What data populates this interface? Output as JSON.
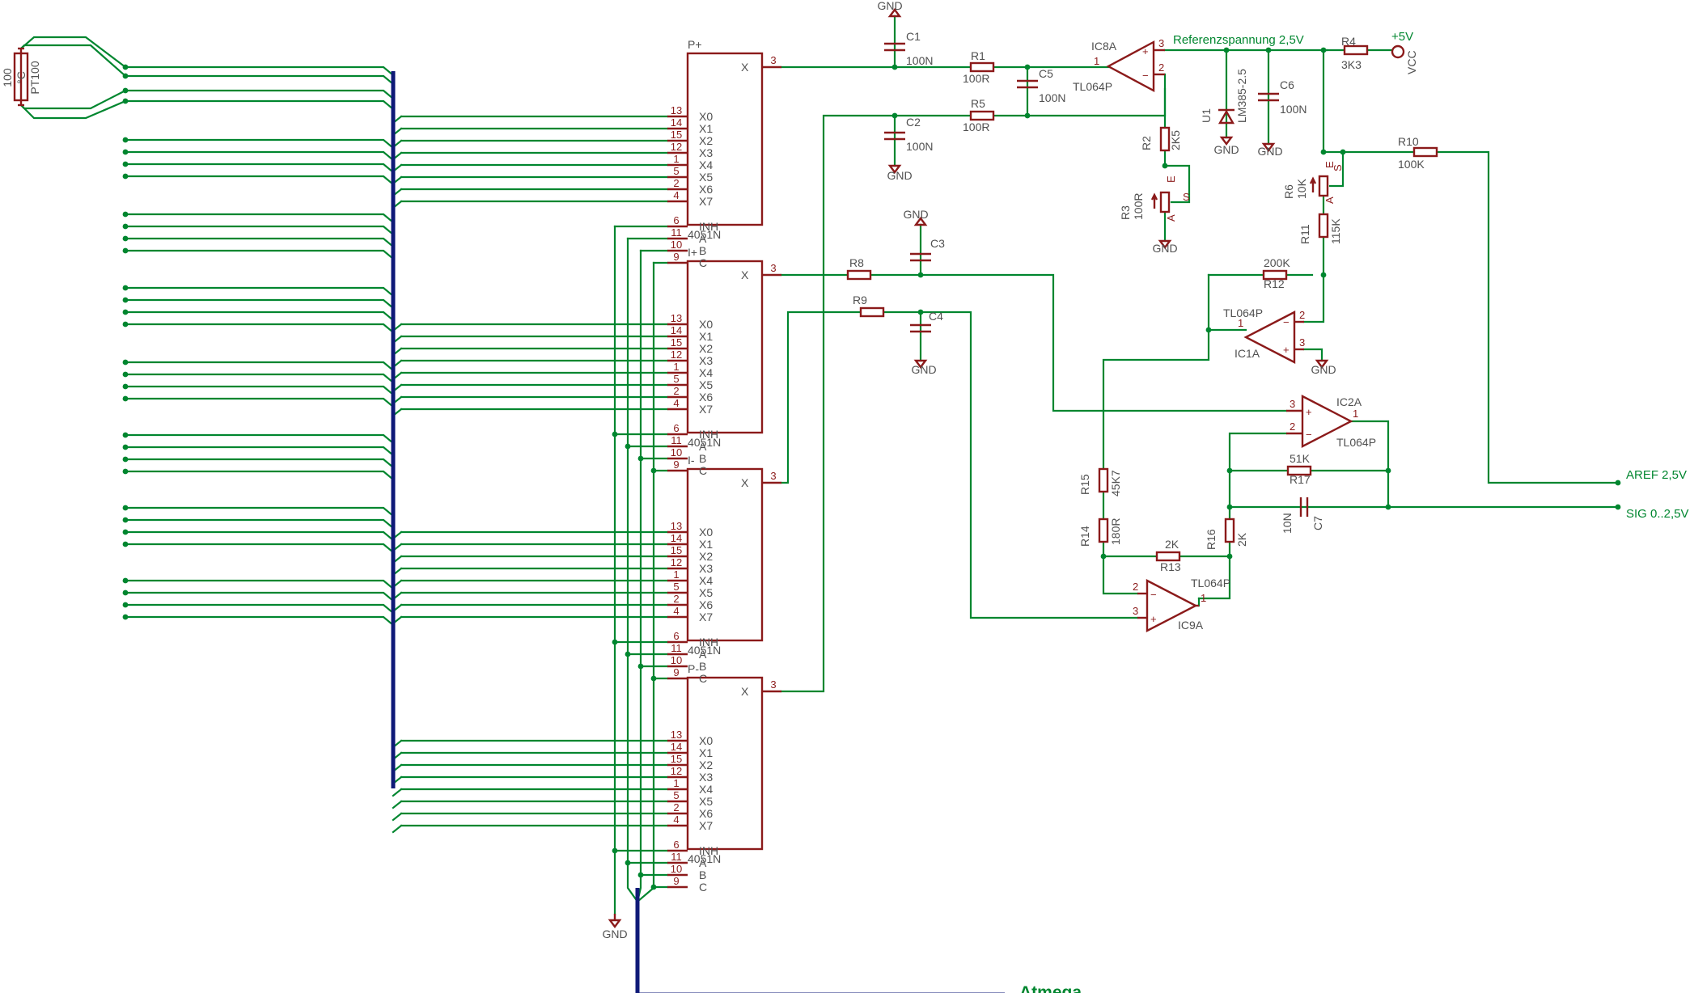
{
  "sensor": {
    "name": "PT100",
    "value": "100",
    "unit": "°C"
  },
  "muxes": [
    {
      "label": "P+",
      "part": "4051N"
    },
    {
      "label": "I+",
      "part": "4051N"
    },
    {
      "label": "I-",
      "part": "4051N"
    },
    {
      "label": "P-",
      "part": "4051N"
    }
  ],
  "mux_inputs": [
    {
      "pin": "13",
      "name": "X0"
    },
    {
      "pin": "14",
      "name": "X1"
    },
    {
      "pin": "15",
      "name": "X2"
    },
    {
      "pin": "12",
      "name": "X3"
    },
    {
      "pin": "1",
      "name": "X4"
    },
    {
      "pin": "5",
      "name": "X5"
    },
    {
      "pin": "2",
      "name": "X6"
    },
    {
      "pin": "4",
      "name": "X7"
    }
  ],
  "mux_controls": [
    {
      "pin": "6",
      "name": "INH"
    },
    {
      "pin": "11",
      "name": "A"
    },
    {
      "pin": "10",
      "name": "B"
    },
    {
      "pin": "9",
      "name": "C"
    }
  ],
  "mux_out": {
    "pin": "3",
    "name": "X"
  },
  "resistors": [
    {
      "ref": "R1",
      "value": "100R"
    },
    {
      "ref": "R5",
      "value": "100R"
    },
    {
      "ref": "R8",
      "value": ""
    },
    {
      "ref": "R9",
      "value": ""
    },
    {
      "ref": "R4",
      "value": "3K3"
    },
    {
      "ref": "R10",
      "value": "100K"
    },
    {
      "ref": "R12",
      "value": "200K"
    },
    {
      "ref": "R17",
      "value": "51K"
    },
    {
      "ref": "R13",
      "value": "2K"
    },
    {
      "ref": "R2",
      "value": "2K5"
    },
    {
      "ref": "R11",
      "value": "115K"
    },
    {
      "ref": "R15",
      "value": "45K7"
    },
    {
      "ref": "R14",
      "value": "180R"
    },
    {
      "ref": "R16",
      "value": "2K"
    }
  ],
  "trimmers": [
    {
      "ref": "R3",
      "value": "100R",
      "pin_a": "A",
      "pin_e": "E",
      "pin_s": "S"
    },
    {
      "ref": "R6",
      "value": "10K",
      "pin_a": "A",
      "pin_e": "E",
      "pin_s": "S"
    }
  ],
  "capacitors": [
    {
      "ref": "C1",
      "value": "100N"
    },
    {
      "ref": "C2",
      "value": "100N"
    },
    {
      "ref": "C3",
      "value": ""
    },
    {
      "ref": "C4",
      "value": ""
    },
    {
      "ref": "C5",
      "value": "100N"
    },
    {
      "ref": "C6",
      "value": "100N"
    },
    {
      "ref": "C7",
      "value": "10N"
    }
  ],
  "opamps": [
    {
      "ref": "IC8A",
      "part": "TL064P",
      "pins": [
        "1",
        "3",
        "2"
      ]
    },
    {
      "ref": "IC1A",
      "part": "TL064P",
      "pins": [
        "1",
        "2",
        "3"
      ]
    },
    {
      "ref": "IC2A",
      "part": "TL064P",
      "pins": [
        "1",
        "3",
        "2"
      ]
    },
    {
      "ref": "IC9A",
      "part": "TL064P",
      "pins": [
        "1",
        "2",
        "3"
      ]
    }
  ],
  "reference": {
    "ref": "U1",
    "part": "LM385-2.5"
  },
  "gnd_label": "GND",
  "ref_voltage_label": "Referenzspannung 2,5V",
  "supply": {
    "label": "+5V",
    "net": "VCC"
  },
  "outputs": {
    "aref": "AREF 2,5V",
    "sig": "SIG 0..2,5V"
  },
  "bus_label": "Atmega"
}
